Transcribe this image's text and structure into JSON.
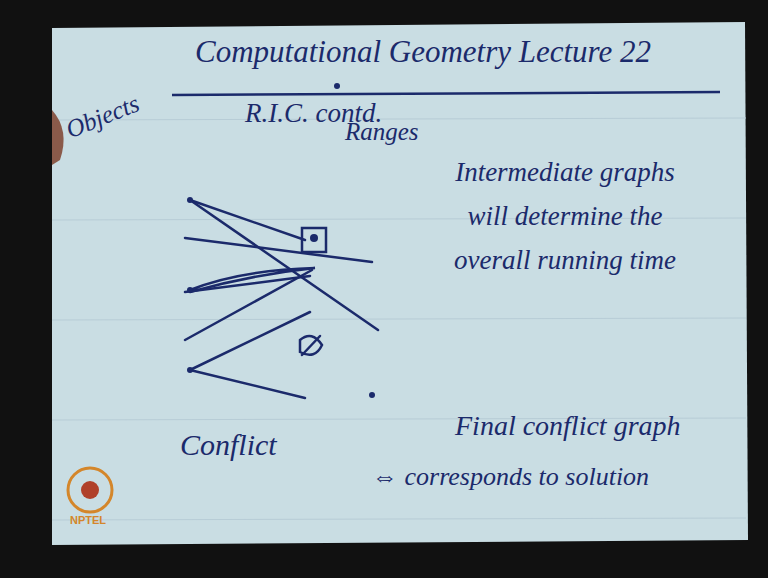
{
  "diagram": {
    "title": "Computational Geometry Lecture 22",
    "labels": [
      "R.I.C. contd.",
      "Objects",
      "Ranges",
      "Intermediate graphs will determine the overall running time",
      "Conflict",
      "Final conflict graph",
      "⇔ corresponds to solution",
      "NPTEL"
    ]
  }
}
